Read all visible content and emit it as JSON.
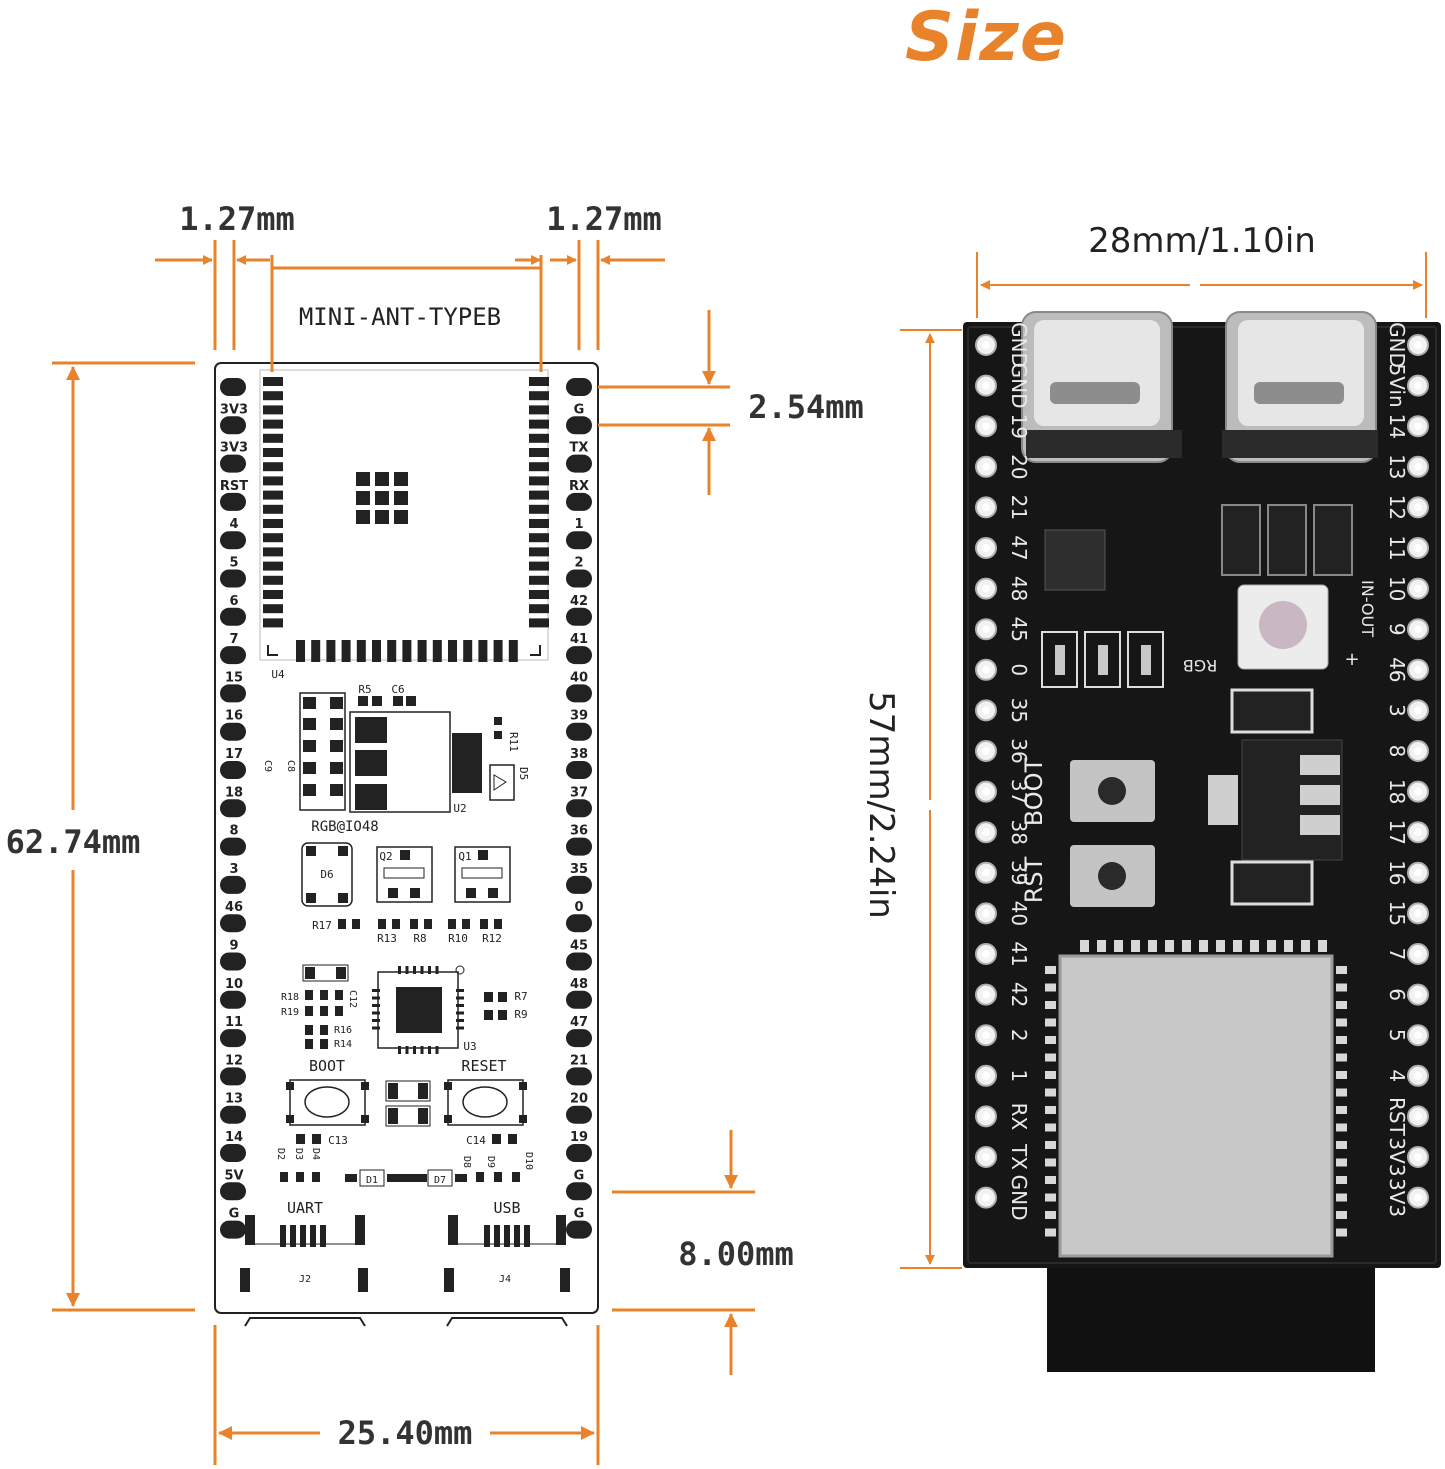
{
  "title": "Size",
  "left_drawing": {
    "dims": {
      "pin_edge_left": "1.27mm",
      "pin_edge_right": "1.27mm",
      "pin_pitch": "2.54mm",
      "height": "62.74mm",
      "usb_depth": "8.00mm",
      "width": "25.40mm"
    },
    "module_label": "MINI-ANT-TYPEB",
    "module_ref": "U4",
    "left_pins": [
      "3V3",
      "3V3",
      "RST",
      "4",
      "5",
      "6",
      "7",
      "15",
      "16",
      "17",
      "18",
      "8",
      "3",
      "46",
      "9",
      "10",
      "11",
      "12",
      "13",
      "14",
      "5V",
      "G"
    ],
    "right_pins": [
      "G",
      "TX",
      "RX",
      "1",
      "2",
      "42",
      "41",
      "40",
      "39",
      "38",
      "37",
      "36",
      "35",
      "0",
      "45",
      "48",
      "47",
      "21",
      "20",
      "19",
      "G",
      "G"
    ],
    "silk": {
      "r5": "R5",
      "c6": "C6",
      "r11": "R11",
      "d5": "D5",
      "u2": "U2",
      "c8": "C8",
      "c9": "C9",
      "rgb": "RGB@IO48",
      "d6": "D6",
      "q2": "Q2",
      "q1": "Q1",
      "r17": "R17",
      "r13": "R13",
      "r8": "R8",
      "r10": "R10",
      "r12": "R12",
      "r18": "R18",
      "r19": "R19",
      "c12": "C12",
      "r16": "R16",
      "r14": "R14",
      "r7": "R7",
      "r9": "R9",
      "u3": "U3",
      "boot": "BOOT",
      "reset": "RESET",
      "c13": "C13",
      "c14": "C14",
      "d1": "D1",
      "d7": "D7",
      "d2": "D2",
      "d3": "D3",
      "d4": "D4",
      "d8": "D8",
      "d9": "D9",
      "d10": "D10",
      "uart": "UART",
      "usb": "USB",
      "j2": "J2",
      "j4": "J4"
    }
  },
  "right_photo": {
    "dims": {
      "width": "28mm/1.10in",
      "height": "57mm/2.24in"
    },
    "left_pins": [
      "GND",
      "GND",
      "19",
      "20",
      "21",
      "47",
      "48",
      "45",
      "0",
      "35",
      "36",
      "37",
      "38",
      "39",
      "40",
      "41",
      "42",
      "2",
      "1",
      "RX",
      "TX",
      "GND"
    ],
    "right_pins": [
      "GND",
      "5Vin",
      "14",
      "13",
      "12",
      "11",
      "10",
      "9",
      "46",
      "3",
      "8",
      "18",
      "17",
      "16",
      "15",
      "7",
      "6",
      "5",
      "4",
      "RST",
      "3V3",
      "3V3"
    ],
    "labels": {
      "boot": "BOOT",
      "rst": "RST",
      "rgb": "RGB",
      "in_out": "IN-OUT",
      "plus": "+"
    }
  }
}
